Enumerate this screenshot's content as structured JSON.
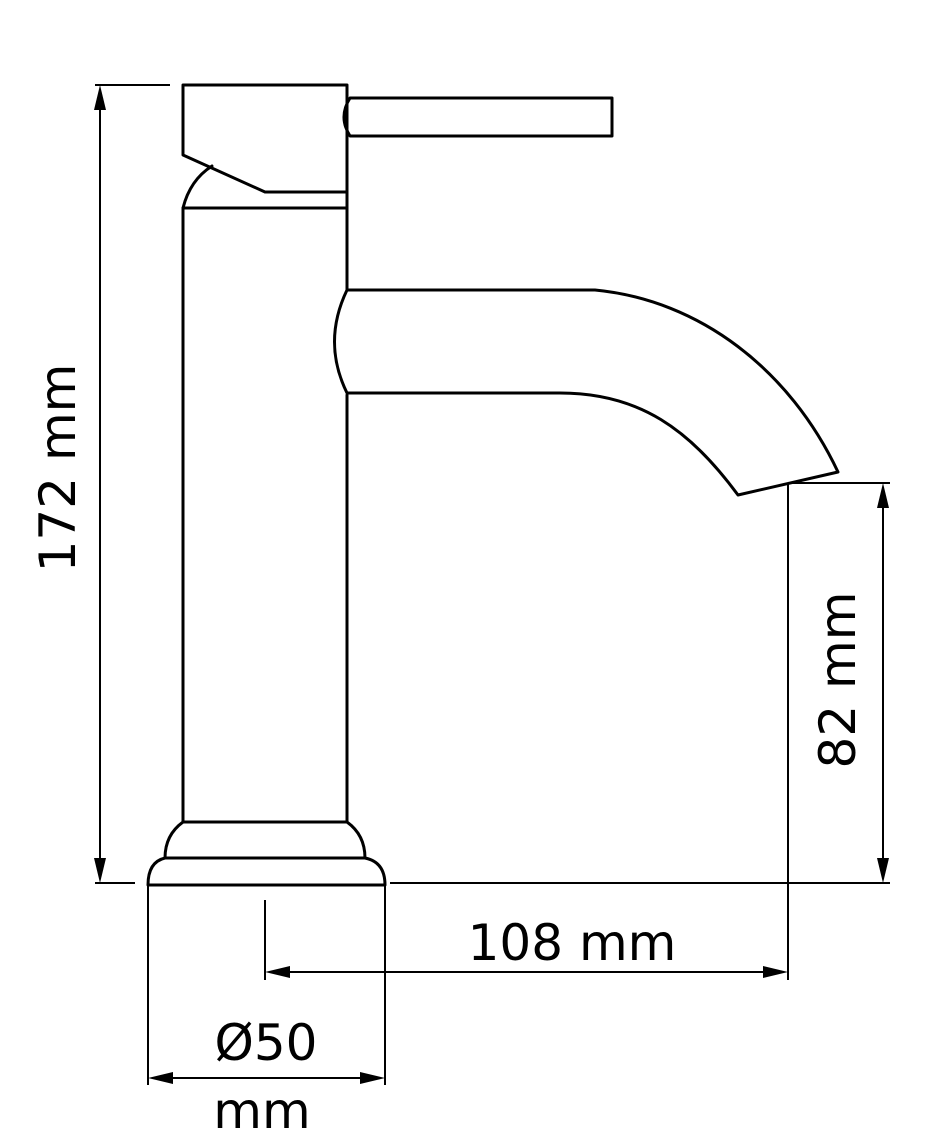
{
  "dimensions": {
    "total_height": "172 mm",
    "spout_height": "82 mm",
    "reach": "108 mm",
    "base_diameter": "Ø50",
    "base_diameter_unit": "mm"
  },
  "colors": {
    "line": "#000000",
    "background": "#ffffff"
  }
}
